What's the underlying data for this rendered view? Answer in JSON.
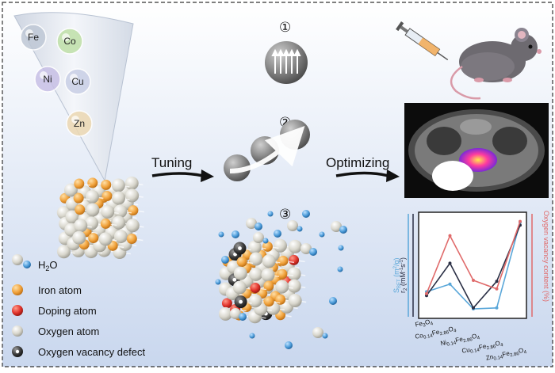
{
  "elements": {
    "cone_elements": [
      "Fe",
      "Co",
      "Ni",
      "Cu",
      "Zn"
    ],
    "colors": {
      "Fe": "#bfc8d6",
      "Co": "#bfe0a8",
      "Ni": "#c8c0e6",
      "Cu": "#c9cfe6",
      "Zn": "#ecd8b2"
    }
  },
  "steps": {
    "one": "①",
    "two": "②",
    "three": "③"
  },
  "arrows": {
    "tuning": "Tuning",
    "optimizing": "Optimizing"
  },
  "legend": {
    "h2o_prefix": "H",
    "h2o_sub": "2",
    "h2o_suffix": "O",
    "iron": "Iron atom",
    "doping": "Doping atom",
    "oxygen": "Oxygen atom",
    "vacancy": "Oxygen vacancy defect",
    "colors": {
      "iron": "#f0a13a",
      "doping": "#e0322a",
      "oxygen": "#d8d6cc",
      "vacancy": "#333333",
      "water": "#4a9ad8"
    }
  },
  "chart_data": {
    "type": "line",
    "categories": [
      {
        "base": "Fe",
        "sub1": "3",
        "mid": "O",
        "sub2": "4"
      },
      {
        "base": "Co",
        "sub1": "0.14",
        "mid": "Fe",
        "sub2": "2.86",
        "end": "O",
        "sub3": "4"
      },
      {
        "base": "Ni",
        "sub1": "0.14",
        "mid": "Fe",
        "sub2": "2.86",
        "end": "O",
        "sub3": "4"
      },
      {
        "base": "Cu",
        "sub1": "0.14",
        "mid": "Fe",
        "sub2": "2.86",
        "end": "O",
        "sub3": "4"
      },
      {
        "base": "Zn",
        "sub1": "0.14",
        "mid": "Fe",
        "sub2": "2.86",
        "end": "O",
        "sub3": "4"
      }
    ],
    "ylabel_left_1": "S",
    "ylabel_left_1_sub": "BET",
    "ylabel_left_1_unit": " (m",
    "ylabel_left_1_sup": "2",
    "ylabel_left_1_end": "/g)",
    "ylabel_left_2": "r",
    "ylabel_left_2_sub": "2",
    "ylabel_left_2_unit": " (mM",
    "ylabel_left_2_sup1": "-1",
    "ylabel_left_2_mid": "s",
    "ylabel_left_2_sup2": "-1",
    "ylabel_left_2_end": ")",
    "ylabel_right": "Oxygen vacancy content (%)",
    "ylim": [
      0,
      1
    ],
    "series": [
      {
        "color": "#5aa7d9",
        "values": [
          0.23,
          0.31,
          0.05,
          0.06,
          0.96
        ]
      },
      {
        "color": "#2a2f45",
        "values": [
          0.19,
          0.53,
          0.06,
          0.34,
          0.93
        ]
      },
      {
        "color": "#e06a6a",
        "values": [
          0.21,
          0.82,
          0.35,
          0.26,
          0.97
        ]
      }
    ]
  }
}
